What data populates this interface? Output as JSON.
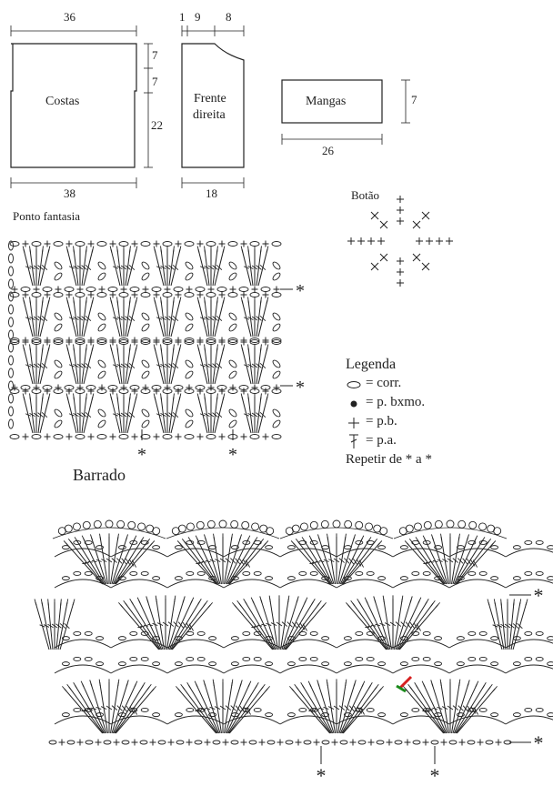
{
  "schematics": {
    "costas": {
      "label": "Costas",
      "top_width": "36",
      "bottom_width": "38",
      "h1": "7",
      "h2": "7",
      "h3": "22"
    },
    "frente": {
      "label_line1": "Frente",
      "label_line2": "direita",
      "top_a": "1",
      "top_b": "9",
      "top_c": "8",
      "bottom_width": "18"
    },
    "mangas": {
      "label": "Mangas",
      "height": "7",
      "width": "26"
    }
  },
  "botao": {
    "label": "Botão"
  },
  "ponto_fantasia": {
    "title": "Ponto fantasia",
    "repeat_mark": "*"
  },
  "legend": {
    "title": "Legenda",
    "items": [
      {
        "symbol": "chain-oval",
        "text": "= corr."
      },
      {
        "symbol": "dot",
        "text": "= p. bxmo."
      },
      {
        "symbol": "plus",
        "text": "= p.b."
      },
      {
        "symbol": "tall-stitch",
        "text": "= p.a."
      }
    ],
    "repeat_text": "Repetir de * a *"
  },
  "barrado": {
    "title": "Barrado",
    "repeat_mark": "*"
  },
  "colors": {
    "ink": "#222222",
    "accent_red": "#d62020",
    "accent_green": "#1a8a1a"
  }
}
